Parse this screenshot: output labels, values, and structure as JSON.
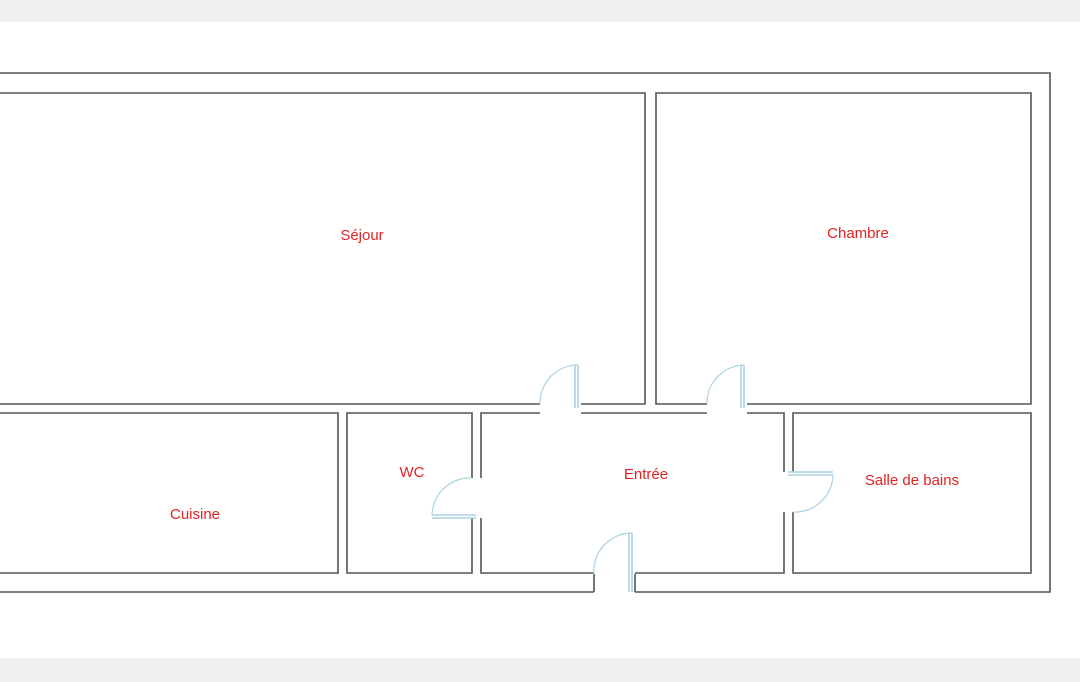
{
  "plan": {
    "wall_color": "#555555",
    "door_color": "#a9d3e4",
    "label_color": "#e32222",
    "rooms": {
      "sejour": "Séjour",
      "chambre": "Chambre",
      "cuisine": "Cuisine",
      "wc": "WC",
      "entree": "Entrée",
      "salle_de_bains": "Salle de bains"
    }
  }
}
